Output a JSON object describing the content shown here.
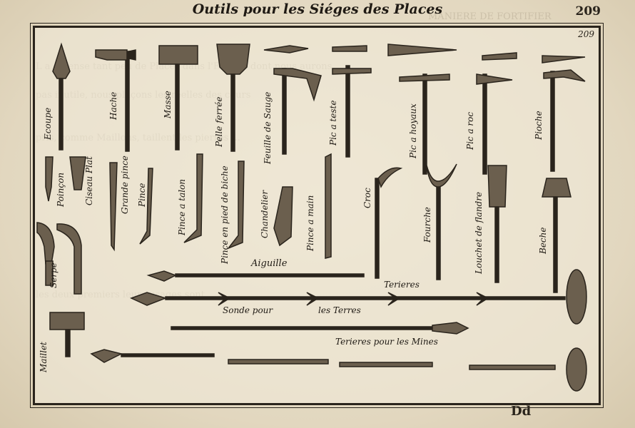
{
  "header": {
    "title": "Outils pour les Siéges des Places",
    "page_number": "209"
  },
  "plate": {
    "number": "209"
  },
  "footer": {
    "signature": "Dd"
  },
  "labels": {
    "ecoupe": "Ecoupe",
    "hache": "Hache",
    "masse": "Masse",
    "pelle_ferree": "Pelle ferrée",
    "feuille_de_sauge": "Feuille de Sauge",
    "pic_a_teste": "Pic a teste",
    "pic_a_hoyaux": "Pic a hoyaux",
    "pic_a_roc": "Pic a roc",
    "pioche": "Pioche",
    "poincon": "Poinçon",
    "ciseau_plat": "Ciseau Plat",
    "grande_pince": "Grande pince",
    "pince": "Pince",
    "pince_a_talon": "Pince a talon",
    "pince_en_pied_de_biche": "Pince en pied de biche",
    "chandelier": "Chandelier",
    "pince_a_main": "Pince a main",
    "croc": "Croc",
    "fourche": "Fourche",
    "louchet_de_flandre": "Louchet de flandre",
    "beche": "Beche",
    "serpe": "Serpe",
    "maillet": "Maillet",
    "aiguille": "Aiguille",
    "terieres": "Terieres",
    "sonde_pour": "Sonde pour",
    "les_terres": "les Terres",
    "terieres_pour_les_mines": "Terieres pour les Mines"
  }
}
